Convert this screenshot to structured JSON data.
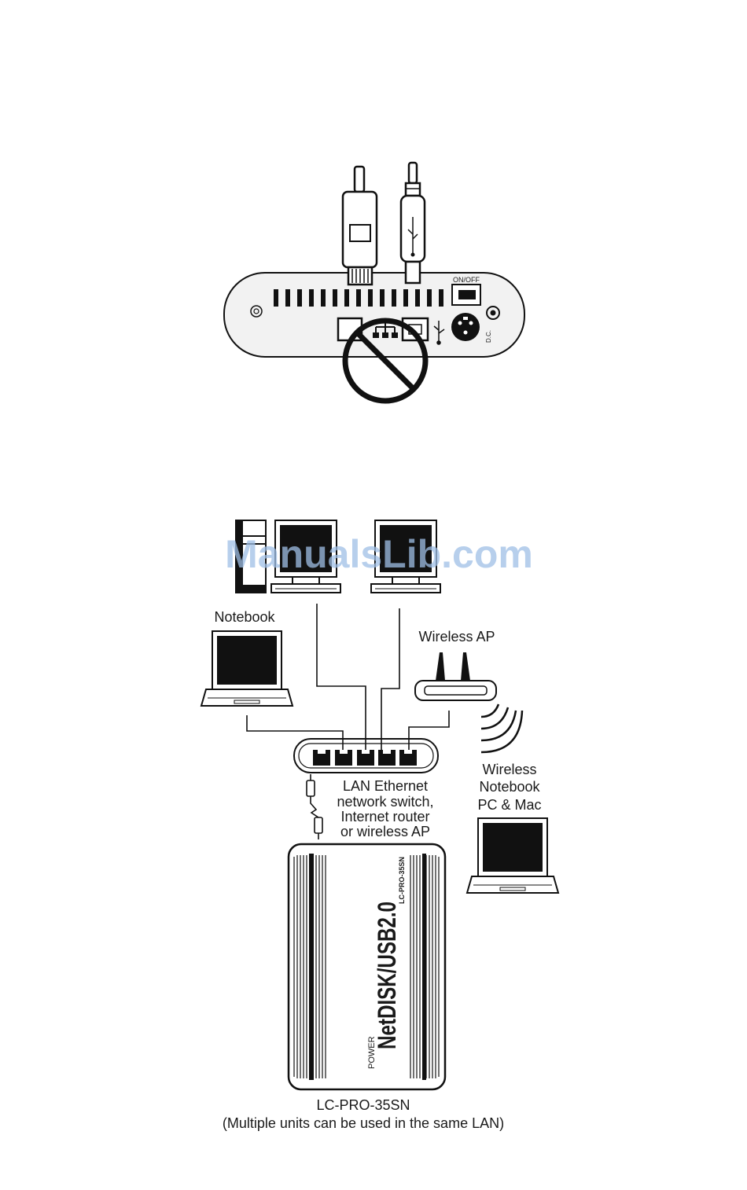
{
  "top_panel": {
    "switch_label": "ON/OFF",
    "dc_label": "D.C."
  },
  "network": {
    "notebook_label": "Notebook",
    "wireless_ap_label": "Wireless AP",
    "wireless_notebook_label": [
      "Wireless",
      "Notebook",
      "PC & Mac"
    ],
    "switch_label": [
      "LAN Ethernet",
      "network switch,",
      "Internet router",
      "or wireless AP"
    ],
    "device_brand_small": "POWER",
    "device_brand_big": "NetDISK/USB2.0",
    "device_model_on_case": "LC-PRO-35SN",
    "caption_model": "LC-PRO-35SN",
    "caption_note": "(Multiple units can be used in the same LAN)"
  },
  "watermark": "ManualsLib.com",
  "colors": {
    "ink": "#1a1a1a",
    "panel_fill": "#f2f2f2",
    "watermark": "#9fbfe6"
  }
}
